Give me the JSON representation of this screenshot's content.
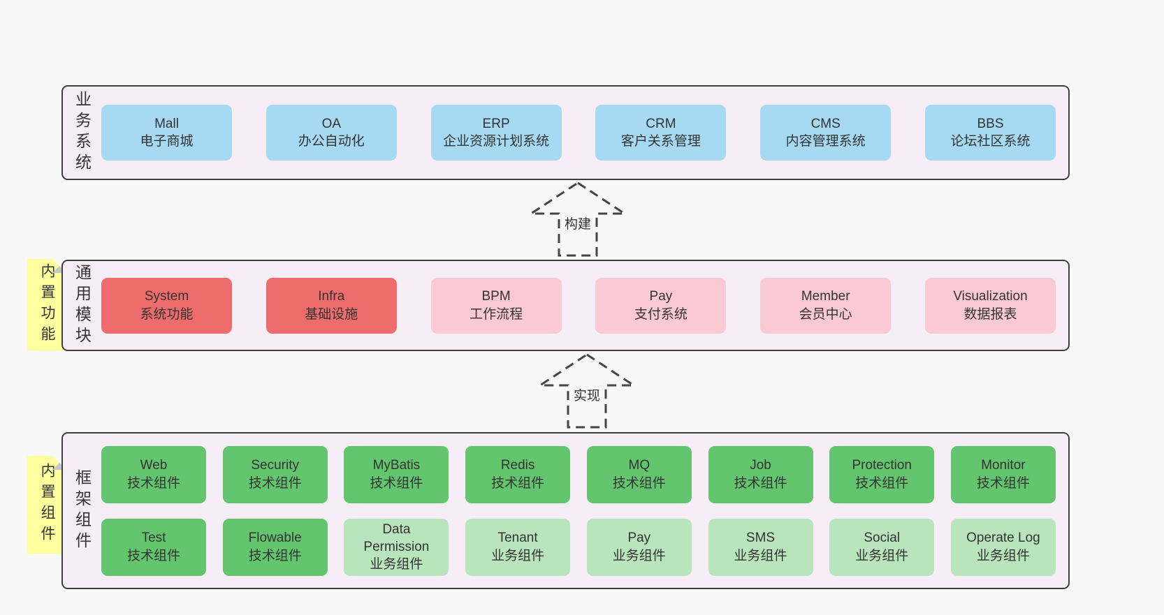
{
  "diagram": {
    "arrows": [
      {
        "label": "构建"
      },
      {
        "label": "实现"
      }
    ],
    "layers": [
      {
        "label": "业务系统",
        "boxes": [
          {
            "en": "Mall",
            "zh": "电子商城",
            "variant": "blue"
          },
          {
            "en": "OA",
            "zh": "办公自动化",
            "variant": "blue"
          },
          {
            "en": "ERP",
            "zh": "企业资源计划系统",
            "variant": "blue"
          },
          {
            "en": "CRM",
            "zh": "客户关系管理",
            "variant": "blue"
          },
          {
            "en": "CMS",
            "zh": "内容管理系统",
            "variant": "blue"
          },
          {
            "en": "BBS",
            "zh": "论坛社区系统",
            "variant": "blue"
          }
        ]
      },
      {
        "label": "通用模块",
        "note": "内置功能",
        "boxes": [
          {
            "en": "System",
            "zh": "系统功能",
            "variant": "red"
          },
          {
            "en": "Infra",
            "zh": "基础设施",
            "variant": "red"
          },
          {
            "en": "BPM",
            "zh": "工作流程",
            "variant": "pink"
          },
          {
            "en": "Pay",
            "zh": "支付系统",
            "variant": "pink"
          },
          {
            "en": "Member",
            "zh": "会员中心",
            "variant": "pink"
          },
          {
            "en": "Visualization",
            "zh": "数据报表",
            "variant": "pink"
          }
        ]
      },
      {
        "label": "框架组件",
        "note": "内置组件",
        "rows": [
          [
            {
              "en": "Web",
              "zh": "技术组件",
              "variant": "green"
            },
            {
              "en": "Security",
              "zh": "技术组件",
              "variant": "green"
            },
            {
              "en": "MyBatis",
              "zh": "技术组件",
              "variant": "green"
            },
            {
              "en": "Redis",
              "zh": "技术组件",
              "variant": "green"
            },
            {
              "en": "MQ",
              "zh": "技术组件",
              "variant": "green"
            },
            {
              "en": "Job",
              "zh": "技术组件",
              "variant": "green"
            },
            {
              "en": "Protection",
              "zh": "技术组件",
              "variant": "green"
            },
            {
              "en": "Monitor",
              "zh": "技术组件",
              "variant": "green"
            }
          ],
          [
            {
              "en": "Test",
              "zh": "技术组件",
              "variant": "green"
            },
            {
              "en": "Flowable",
              "zh": "技术组件",
              "variant": "green"
            },
            {
              "en": "Data Permission",
              "zh": "业务组件",
              "variant": "green_light"
            },
            {
              "en": "Tenant",
              "zh": "业务组件",
              "variant": "green_light"
            },
            {
              "en": "Pay",
              "zh": "业务组件",
              "variant": "green_light"
            },
            {
              "en": "SMS",
              "zh": "业务组件",
              "variant": "green_light"
            },
            {
              "en": "Social",
              "zh": "业务组件",
              "variant": "green_light"
            },
            {
              "en": "Operate Log",
              "zh": "业务组件",
              "variant": "green_light"
            }
          ]
        ]
      }
    ],
    "palette": {
      "page_bg": "#f8f8f8",
      "layer_bg": "#f7edf6",
      "layer_border": "#3e3e3e",
      "blue": "#a6d9f2",
      "red": "#ee6c6c",
      "pink": "#fbc9d3",
      "green": "#63c56e",
      "green_light": "#b9e5bd",
      "sticky_bg": "#fdff9e",
      "sticky_fold": "#c7c7c7",
      "arrow_stroke": "#444444",
      "text": "#333333"
    }
  }
}
